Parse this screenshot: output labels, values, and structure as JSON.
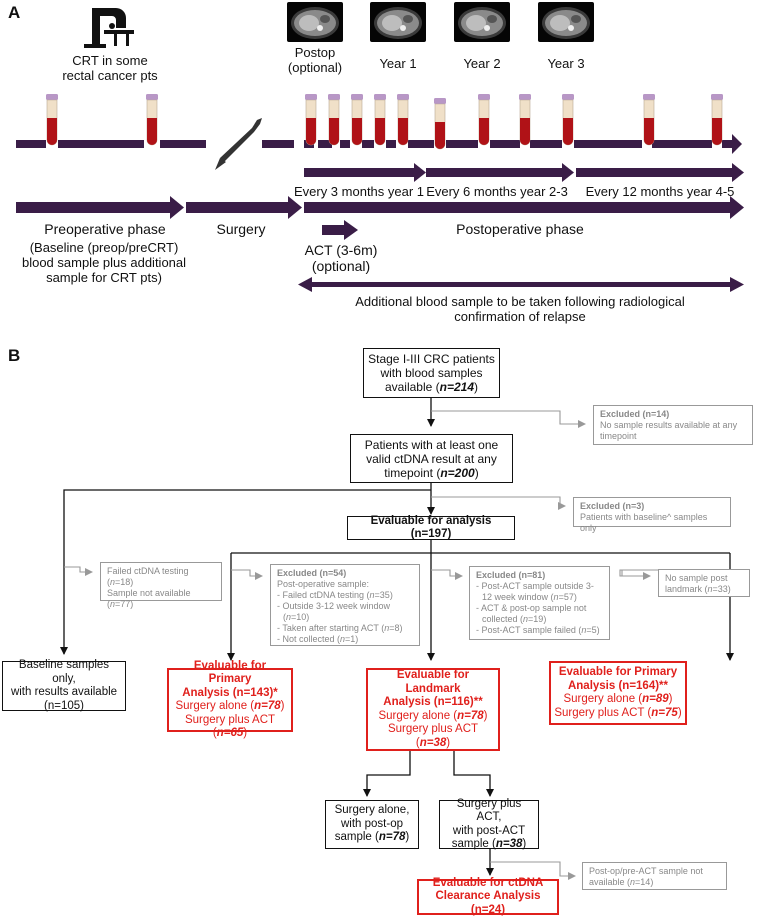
{
  "panel_a": {
    "letter": "A",
    "crt_caption": [
      "CRT in some",
      "rectal cancer pts"
    ],
    "scan_labels": {
      "postop": [
        "Postop",
        "(optional)"
      ],
      "year1": "Year 1",
      "year2": "Year 2",
      "year3": "Year 3"
    },
    "intervals": {
      "every3": "Every 3 months year 1",
      "every6": "Every 6 months year 2-3",
      "every12": "Every 12 months year 4-5"
    },
    "phases": {
      "preop_title": "Preoperative phase",
      "preop_sub": [
        "(Baseline (preop/preCRT)",
        "blood sample plus additional",
        "sample for CRT pts)"
      ],
      "surgery": "Surgery",
      "act": [
        "ACT (3-6m)",
        "(optional)"
      ],
      "postop_title": "Postoperative phase"
    },
    "relapse_note": [
      "Additional blood sample to be taken following radiological",
      "confirmation of relapse"
    ]
  },
  "panel_b": {
    "letter": "B",
    "top": {
      "line1": "Stage I-III CRC patients",
      "line2": "with blood samples",
      "line3": "available (",
      "n": "n=214",
      "close": ")"
    },
    "excl1": {
      "title": "Excluded (n=14)",
      "text": [
        "No sample results available at any",
        "timepoint"
      ]
    },
    "valid": {
      "line1": "Patients with at least one",
      "line2": "valid ctDNA result at any",
      "line3": "timepoint (",
      "n": "n=200",
      "close": ")"
    },
    "excl2": {
      "title": "Excluded (n=3)",
      "text": "Patients with baseline^ samples only"
    },
    "evaluable": {
      "text": "Evaluable for analysis (n=197)"
    },
    "g_failed": {
      "a": "Failed ctDNA testing (",
      "n_a": "n",
      "a2": "=18)",
      "b": "Sample not available",
      "c": "(",
      "n_c": "n",
      "c2": "=77)"
    },
    "g_excl54": {
      "title": "Excluded (n=54)",
      "sub": "Post-operative sample:",
      "items": [
        {
          "t": "- Failed ctDNA testing (",
          "n": "n",
          "v": "=35)"
        },
        {
          "t": "- Outside 3-12 week window",
          "n": "",
          "v": ""
        },
        {
          "t": "(",
          "n": "n",
          "v": "=10)"
        },
        {
          "t": "- Taken after starting ACT (",
          "n": "n",
          "v": "=8)"
        },
        {
          "t": "- Not collected (",
          "n": "n",
          "v": "=1)"
        }
      ]
    },
    "g_excl81": {
      "title": "Excluded (n=81)",
      "items": [
        {
          "t": "- Post-ACT sample outside 3-",
          "n": "",
          "v": ""
        },
        {
          "t": "12 week window (",
          "n": "n",
          "v": "=57)"
        },
        {
          "t": "- ACT & post-op sample not",
          "n": "",
          "v": ""
        },
        {
          "t": "collected (",
          "n": "n",
          "v": "=19)"
        },
        {
          "t": "- Post-ACT sample failed (",
          "n": "n",
          "v": "=5)"
        }
      ]
    },
    "g_nosample": {
      "line1": "No sample post",
      "line2": "landmark (",
      "n": "n",
      "v": "=33)"
    },
    "baseline_box": {
      "line1": "Baseline samples only,",
      "line2": "with results available",
      "line3": "(n=105)"
    },
    "primary1": {
      "line1": "Evaluable for Primary",
      "line2": "Analysis (n=143)*",
      "line3": "Surgery alone (",
      "n3": "n=78",
      "c3": ")",
      "line4": "Surgery plus ACT (",
      "n4": "n=65",
      "c4": ")"
    },
    "landmark": {
      "line1": "Evaluable for Landmark",
      "line2": "Analysis (n=116)**",
      "line3": "Surgery alone (",
      "n3": "n=78",
      "c3": ")",
      "line4": "Surgery plus ACT (",
      "n4": "n=38",
      "c4": ")"
    },
    "primary2": {
      "line1": "Evaluable for Primary",
      "line2": "Analysis (n=164)**",
      "line3": "Surgery alone (",
      "n3": "n=89",
      "c3": ")",
      "line4": "Surgery plus ACT (",
      "n4": "n=75",
      "c4": ")"
    },
    "surg_alone": {
      "line1": "Surgery alone,",
      "line2": "with post-op",
      "line3": "sample (",
      "n": "n=78",
      "c": ")"
    },
    "surg_act": {
      "line1": "Surgery plus ACT,",
      "line2": "with post-ACT",
      "line3": "sample (",
      "n": "n=38",
      "c": ")"
    },
    "g_postop": {
      "line1": "Post-op/pre-ACT sample not",
      "line2": "available (",
      "n": "n",
      "v": "=14)"
    },
    "clearance": {
      "line1": "Evaluable for ctDNA",
      "line2": "Clearance Analysis (n=24)"
    }
  },
  "colors": {
    "arrow": "#3a1d47",
    "tube_blood": "#b01217",
    "tube_top": "#b897c6",
    "red": "#e0201c",
    "grey": "#999999"
  }
}
